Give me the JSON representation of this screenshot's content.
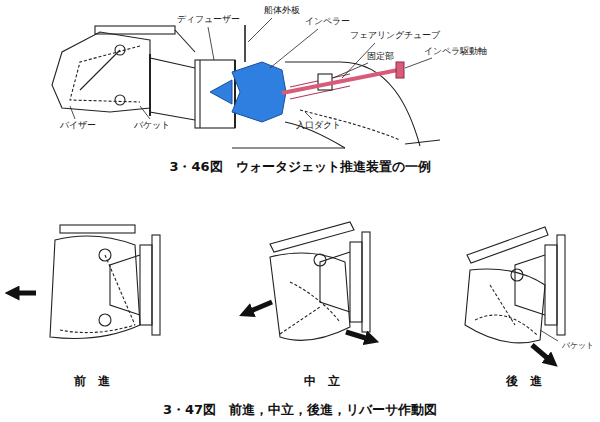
{
  "diagram": {
    "labels": [
      "船体外板",
      "ディフューザー",
      "インペラー",
      "フェアリングチューブ",
      "固定部",
      "インペラ駆動軸",
      "バイザー",
      "バケット",
      "入口ダクト",
      "3・46図　ウォータジェット推進装置の一例",
      "前　進",
      "中　立",
      "後　進",
      "3・47図　前進，中立，後進，リバーサ作動図",
      "バケット"
    ]
  }
}
